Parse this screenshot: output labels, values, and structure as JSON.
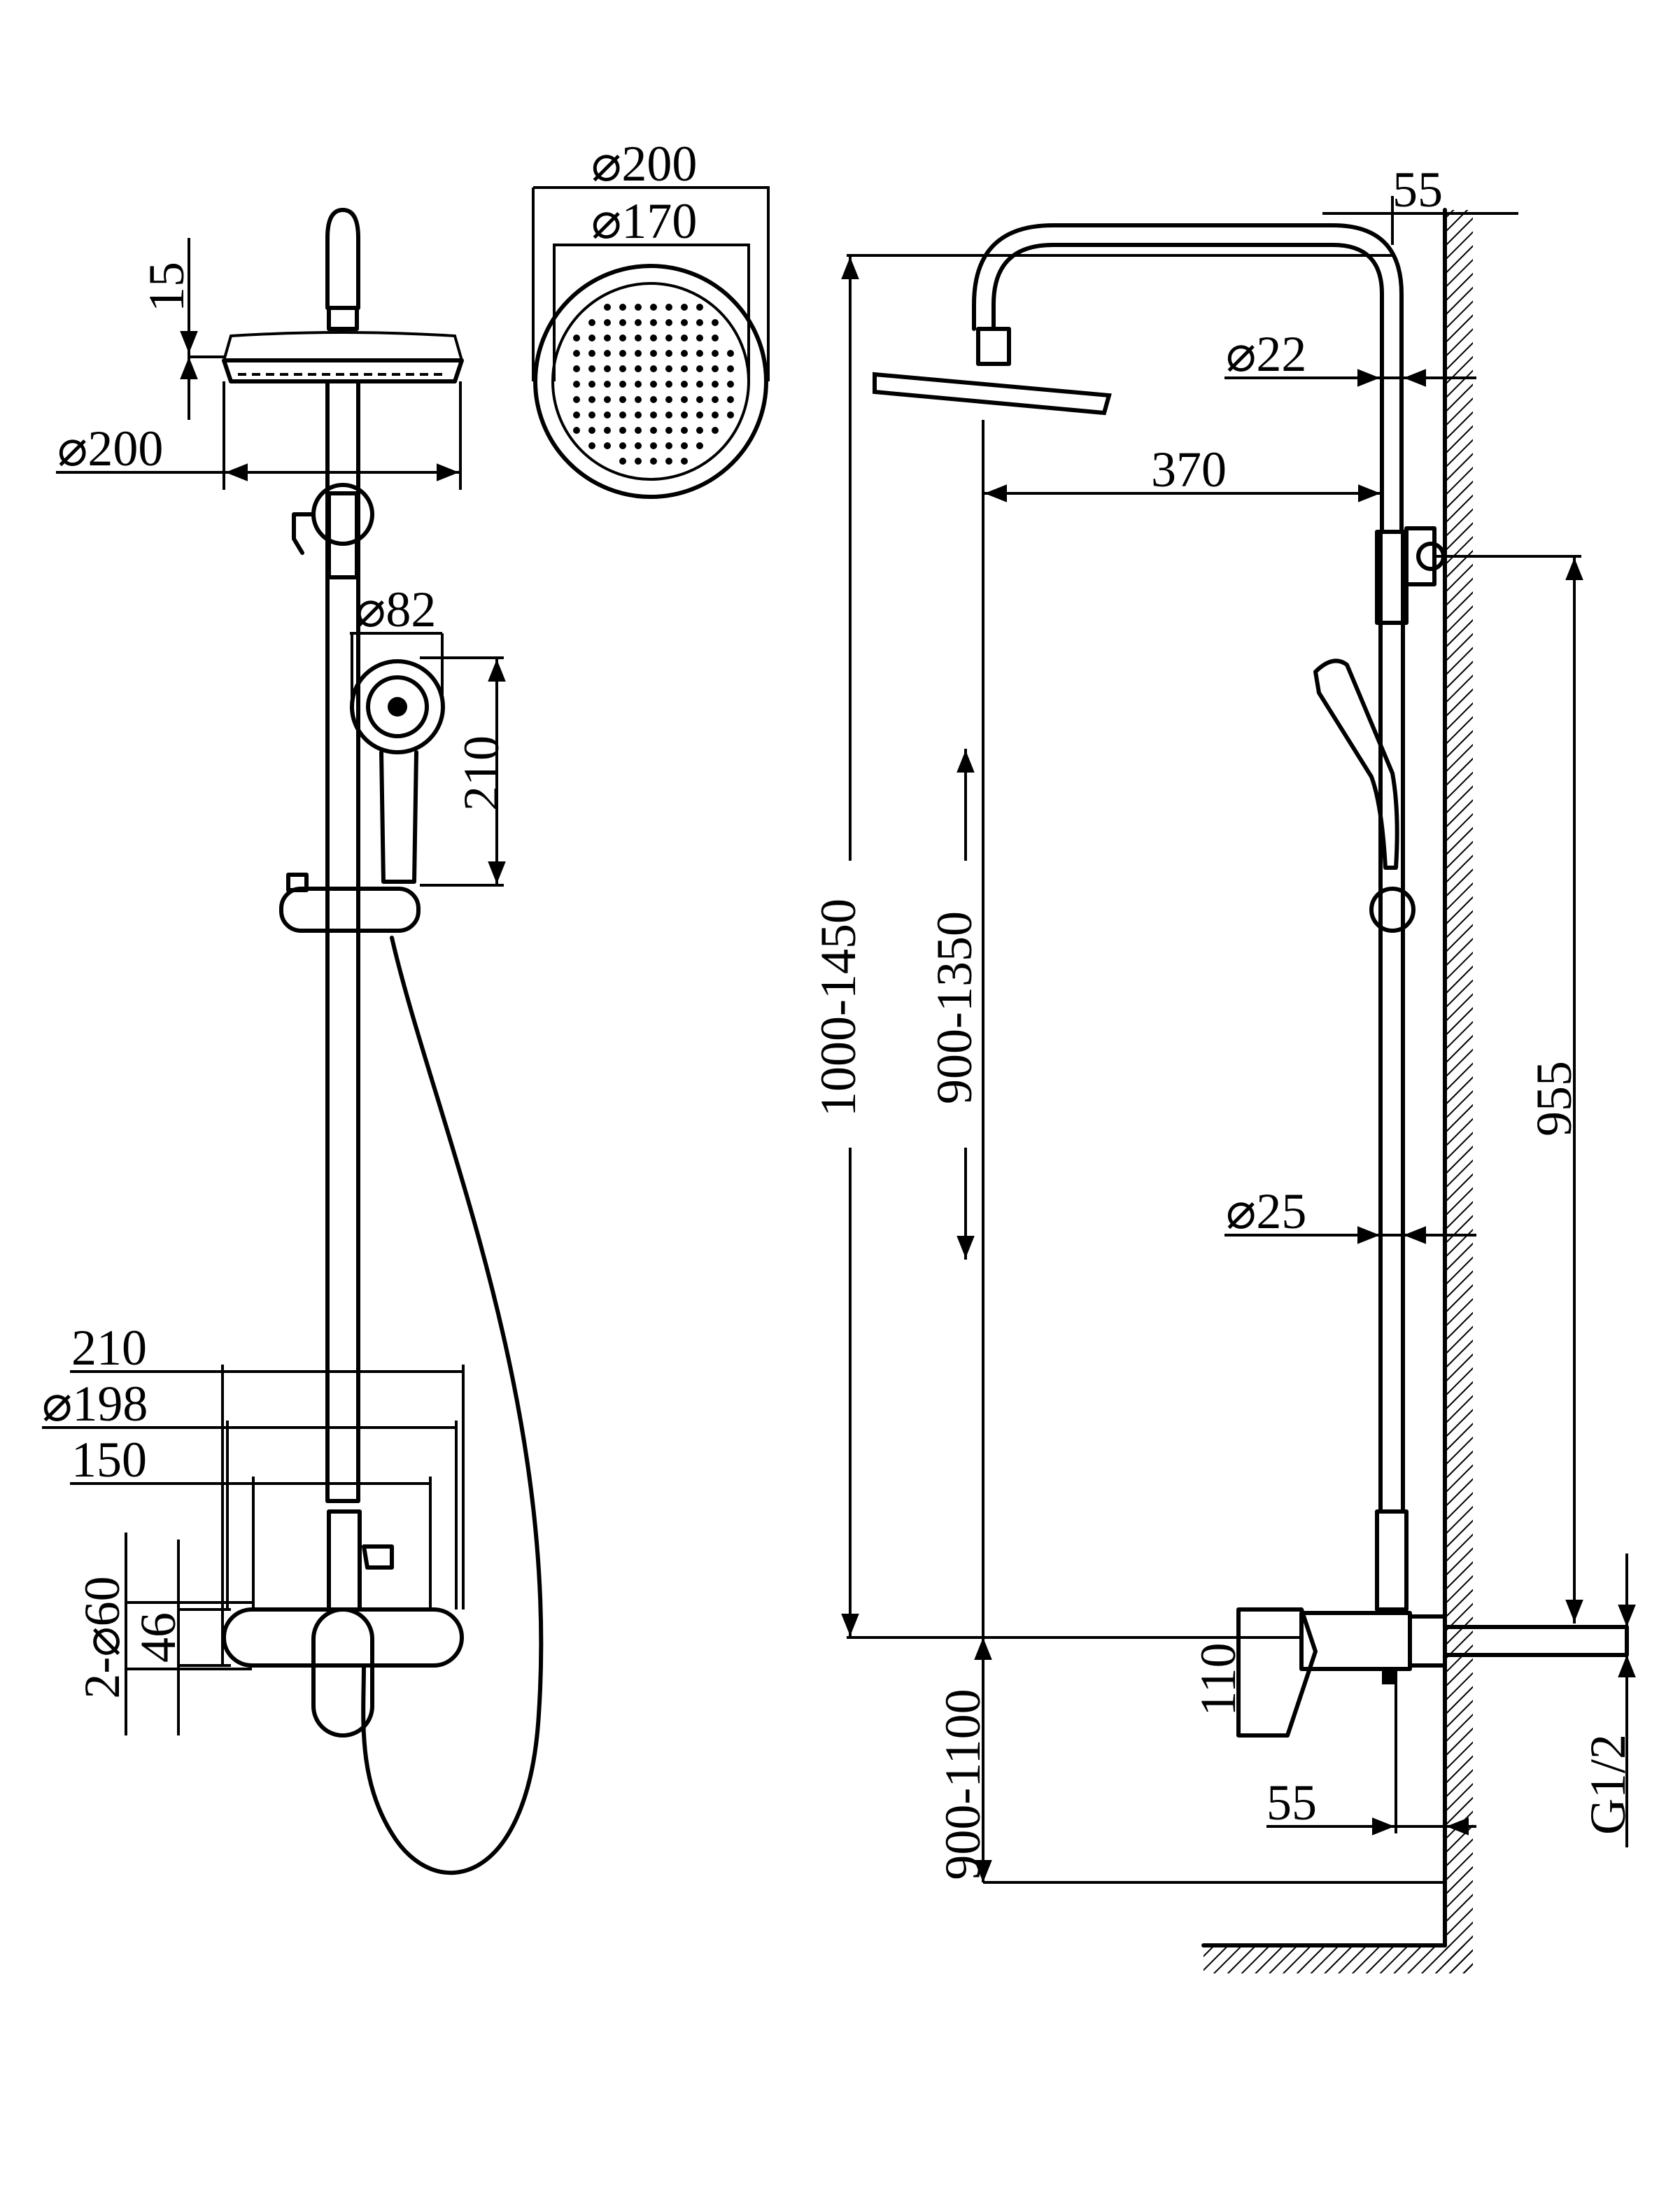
{
  "front_view": {
    "head_height": "15",
    "head_diameter": "⌀200",
    "handshower_diameter": "⌀82",
    "handshower_length": "210",
    "mixer_width": "210",
    "mixer_diameter": "⌀198",
    "mixer_depth": "150",
    "flange_size": "2-⌀60",
    "flange_height": "46"
  },
  "top_view": {
    "outer_diameter": "⌀200",
    "inner_diameter": "⌀170"
  },
  "side_view": {
    "wall_offset_top": "55",
    "arm_tube_diameter": "⌀22",
    "arm_reach": "370",
    "total_height_range": "1000-1450",
    "riser_height_range": "900-1350",
    "bracket_spacing": "955",
    "riser_diameter": "⌀25",
    "mixer_height": "110",
    "install_height_range": "900-1100",
    "wall_offset_bottom": "55",
    "thread_size": "G1/2"
  }
}
